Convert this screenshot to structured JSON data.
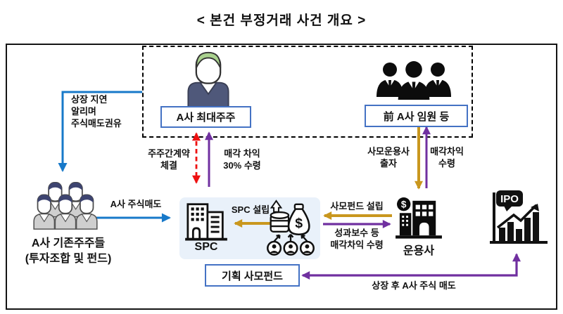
{
  "title": "< 본건 부정거래 사건 개요 >",
  "conspirators": {
    "largest_shareholder": "A사 최대주주",
    "former_executives": "前 A사 임원 등"
  },
  "shareholders": {
    "name": "A사 기존주주들",
    "sub": "(투자조합 및 펀드)",
    "solicit": "상장 지연\n알리며\n주식매도권유",
    "sell": "A사 주식매도"
  },
  "spc": {
    "name": "SPC",
    "setup": "SPC 설립",
    "contract": "주주간계약\n체결",
    "profit_30": "매각 차익\n30% 수령"
  },
  "fund": {
    "setup": "사모펀드 설립",
    "fees": "성과보수 등\n매각차익 수령",
    "manager": "운용사",
    "investment": "사모운용사\n출자",
    "profit": "매각차익\n수령",
    "dollar_sign": "$"
  },
  "ipo": {
    "label": "IPO",
    "planned_fund": "기획 사모펀드",
    "sell_after": "상장 후 A사 주식 매도"
  },
  "colors": {
    "blue": "#1779c9",
    "red": "#ee1111",
    "purple": "#7030a0",
    "gold": "#c9971e",
    "box_border": "#4472c4",
    "panel_bg": "#e9f1fa"
  }
}
